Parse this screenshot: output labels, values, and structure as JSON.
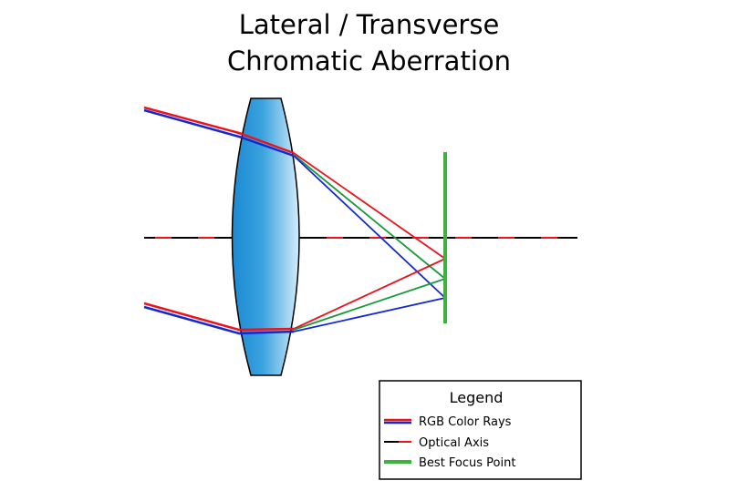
{
  "title": {
    "line1": "Lateral / Transverse",
    "line2": "Chromatic Aberration"
  },
  "legend": {
    "title": "Legend",
    "items": [
      {
        "label": "RGB Color Rays",
        "icon": "rgb-rays-swatch"
      },
      {
        "label": "Optical Axis",
        "icon": "optical-axis-swatch"
      },
      {
        "label": "Best Focus Point",
        "icon": "focus-line-swatch"
      }
    ]
  },
  "colors": {
    "red": "#e8141e",
    "green": "#1a9a3c",
    "blue": "#1428d2",
    "focus": "#3cb43c",
    "lens_dark": "#1a8ad4",
    "lens_light": "#d6ecf8"
  }
}
